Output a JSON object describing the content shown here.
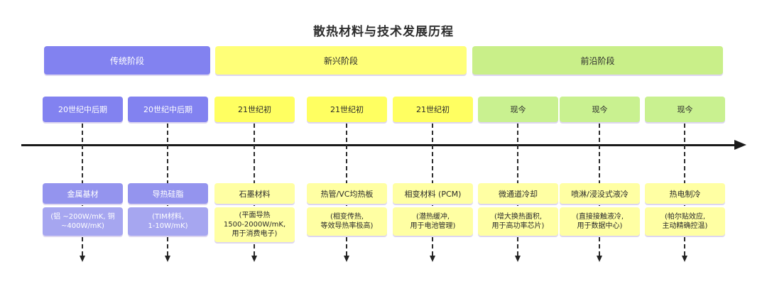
{
  "title": "散热材料与技术发展历程",
  "stages": [
    {
      "label": "传统阶段"
    },
    {
      "label": "新兴阶段"
    },
    {
      "label": "前沿阶段"
    }
  ],
  "columns": [
    {
      "period": "20世纪中后期",
      "material": "金属基材",
      "detail": "(铝 ~200W/mK, 铜\n~400W/mK)"
    },
    {
      "period": "20世纪中后期",
      "material": "导热硅脂",
      "detail": "(TIM材料,\n1-10W/mK)"
    },
    {
      "period": "21世纪初",
      "material": "石墨材料",
      "detail": "(平面导热\n1500-2000W/mK,\n用于消费电子)"
    },
    {
      "period": "21世纪初",
      "material": "热管/VC均热板",
      "detail": "(相变传热,\n等效导热率极高)"
    },
    {
      "period": "21世纪初",
      "material": "相变材料 (PCM)",
      "detail": "(潜热缓冲,\n用于电池管理)"
    },
    {
      "period": "现今",
      "material": "微通道冷却",
      "detail": "(增大换热面积,\n用于高功率芯片)"
    },
    {
      "period": "现今",
      "material": "喷淋/浸没式液冷",
      "detail": "(直接接触液冷,\n用于数据中心)"
    },
    {
      "period": "现今",
      "material": "热电制冷",
      "detail": "(帕尔贴效应,\n主动精确控温)"
    }
  ],
  "colors": {
    "period_purple": "#8282f0",
    "material_purple": "#9494ee",
    "detail_purple": "#a6a6f0",
    "stage_emerging": "#ffff78",
    "period_yellow": "#ffff61",
    "pale_yellow": "#ffffa3",
    "stage_frontier": "#c9ef89",
    "period_green": "#c9f190",
    "axis": "#1a1a1a"
  }
}
